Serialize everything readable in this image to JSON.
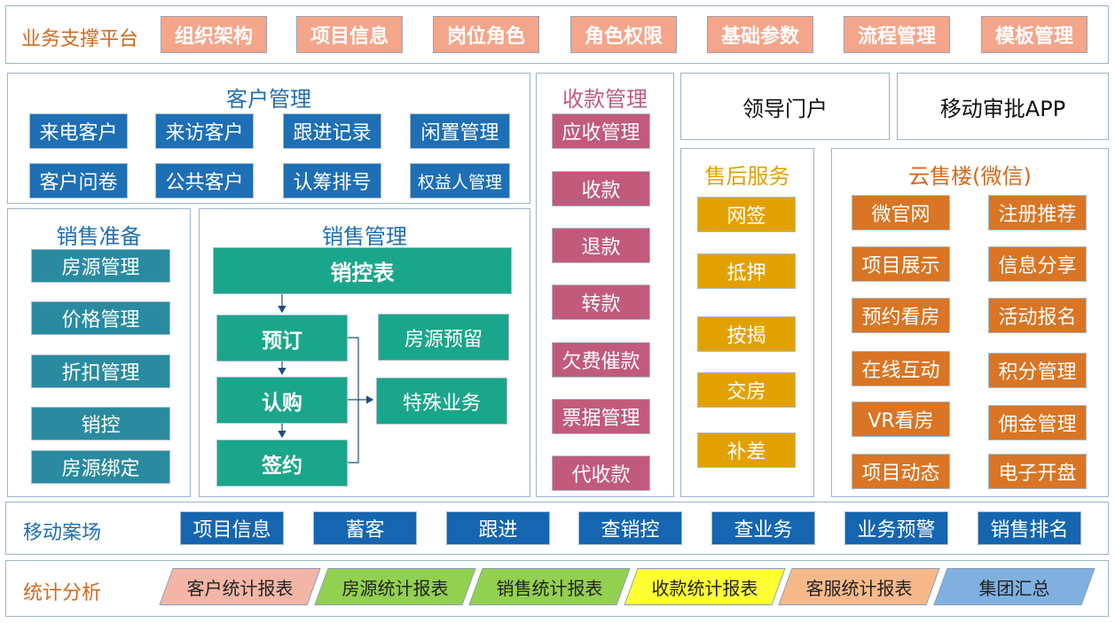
{
  "top": {
    "title": "业务支撑平台",
    "items": [
      "组织架构",
      "项目信息",
      "岗位角色",
      "角色权限",
      "基础参数",
      "流程管理",
      "模板管理"
    ]
  },
  "customer": {
    "title": "客户管理",
    "items": [
      "来电客户",
      "来访客户",
      "跟进记录",
      "闲置管理",
      "客户问卷",
      "公共客户",
      "认筹排号",
      "权益人管理"
    ]
  },
  "prep": {
    "title": "销售准备",
    "items": [
      "房源管理",
      "价格管理",
      "折扣管理",
      "销控",
      "房源绑定"
    ]
  },
  "sales": {
    "title": "销售管理",
    "main": "销控表",
    "steps": [
      "预订",
      "认购",
      "签约"
    ],
    "side": [
      "房源预留",
      "特殊业务"
    ]
  },
  "payment": {
    "title": "收款管理",
    "items": [
      "应收管理",
      "收款",
      "退款",
      "转款",
      "欠费催款",
      "票据管理",
      "代收款"
    ]
  },
  "portal": {
    "leader": "领导门户",
    "mobile_approval": "移动审批APP"
  },
  "aftersales": {
    "title": "售后服务",
    "items": [
      "网签",
      "抵押",
      "按揭",
      "交房",
      "补差"
    ]
  },
  "cloud": {
    "title": "云售楼(微信)",
    "left": [
      "微官网",
      "项目展示",
      "预约看房",
      "在线互动",
      "VR看房",
      "项目动态"
    ],
    "right": [
      "注册推荐",
      "信息分享",
      "活动报名",
      "积分管理",
      "佣金管理",
      "电子开盘"
    ]
  },
  "mobile": {
    "title": "移动案场",
    "items": [
      "项目信息",
      "蓄客",
      "跟进",
      "查销控",
      "查业务",
      "业务预警",
      "销售排名"
    ]
  },
  "stats": {
    "title": "统计分析",
    "items": [
      {
        "label": "客户统计报表",
        "color": "#f3b6a6"
      },
      {
        "label": "房源统计报表",
        "color": "#92d050"
      },
      {
        "label": "销售统计报表",
        "color": "#92d050"
      },
      {
        "label": "收款统计报表",
        "color": "#ffff33"
      },
      {
        "label": "客服统计报表",
        "color": "#f8b98a"
      },
      {
        "label": "集团汇总",
        "color": "#7fb0e0"
      }
    ]
  },
  "colors": {
    "heading_blue": "#1f6fb2",
    "heading_orange": "#d26a1e",
    "heading_pink": "#c25a7b",
    "heading_gold": "#e3a100"
  }
}
